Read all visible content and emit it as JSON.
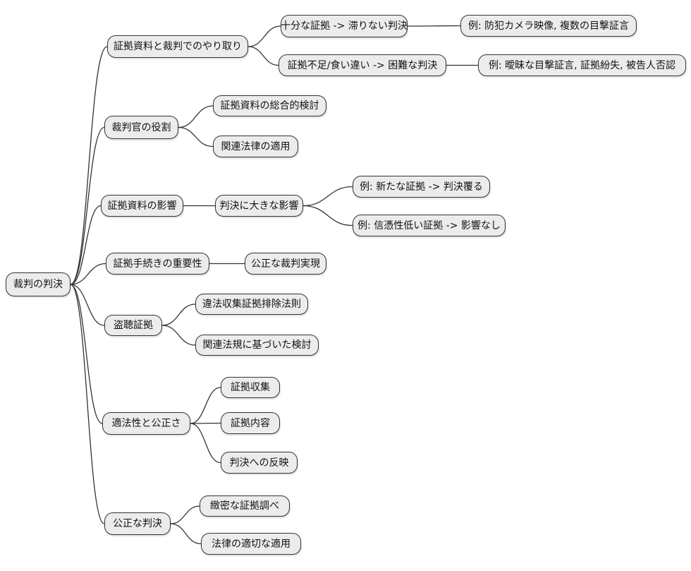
{
  "diagram": {
    "type": "mindmap",
    "direction": "left-to-right",
    "background_color": "#ffffff",
    "node_fill_color": "#ececec",
    "node_border_color": "#333333",
    "edge_color": "#333333",
    "text_color": "#111111",
    "root_label": "裁判の判決",
    "nodes": [
      {
        "id": "root",
        "label": "裁判の判決",
        "parent": null
      },
      {
        "id": "n1",
        "label": "証拠資料と裁判でのやり取り",
        "parent": "root"
      },
      {
        "id": "n1a",
        "label": "十分な証拠 -> 滞りない判決",
        "parent": "n1"
      },
      {
        "id": "n1a1",
        "label": "例: 防犯カメラ映像, 複数の目撃証言",
        "parent": "n1a"
      },
      {
        "id": "n1b",
        "label": "証拠不足/食い違い -> 困難な判決",
        "parent": "n1"
      },
      {
        "id": "n1b1",
        "label": "例: 曖昧な目撃証言, 証拠紛失, 被告人否認",
        "parent": "n1b"
      },
      {
        "id": "n2",
        "label": "裁判官の役割",
        "parent": "root"
      },
      {
        "id": "n2a",
        "label": "証拠資料の総合的検討",
        "parent": "n2"
      },
      {
        "id": "n2b",
        "label": "関連法律の適用",
        "parent": "n2"
      },
      {
        "id": "n3",
        "label": "証拠資料の影響",
        "parent": "root"
      },
      {
        "id": "n3a",
        "label": "判決に大きな影響",
        "parent": "n3"
      },
      {
        "id": "n3a1",
        "label": "例: 新たな証拠 -> 判決覆る",
        "parent": "n3a"
      },
      {
        "id": "n3a2",
        "label": "例: 信憑性低い証拠 -> 影響なし",
        "parent": "n3a"
      },
      {
        "id": "n4",
        "label": "証拠手続きの重要性",
        "parent": "root"
      },
      {
        "id": "n4a",
        "label": "公正な裁判実現",
        "parent": "n4"
      },
      {
        "id": "n5",
        "label": "盗聴証拠",
        "parent": "root"
      },
      {
        "id": "n5a",
        "label": "違法収集証拠排除法則",
        "parent": "n5"
      },
      {
        "id": "n5b",
        "label": "関連法規に基づいた検討",
        "parent": "n5"
      },
      {
        "id": "n6",
        "label": "適法性と公正さ",
        "parent": "root"
      },
      {
        "id": "n6a",
        "label": "証拠収集",
        "parent": "n6"
      },
      {
        "id": "n6b",
        "label": "証拠内容",
        "parent": "n6"
      },
      {
        "id": "n6c",
        "label": "判決への反映",
        "parent": "n6"
      },
      {
        "id": "n7",
        "label": "公正な判決",
        "parent": "root"
      },
      {
        "id": "n7a",
        "label": "緻密な証拠調べ",
        "parent": "n7"
      },
      {
        "id": "n7b",
        "label": "法律の適切な適用",
        "parent": "n7"
      }
    ]
  }
}
